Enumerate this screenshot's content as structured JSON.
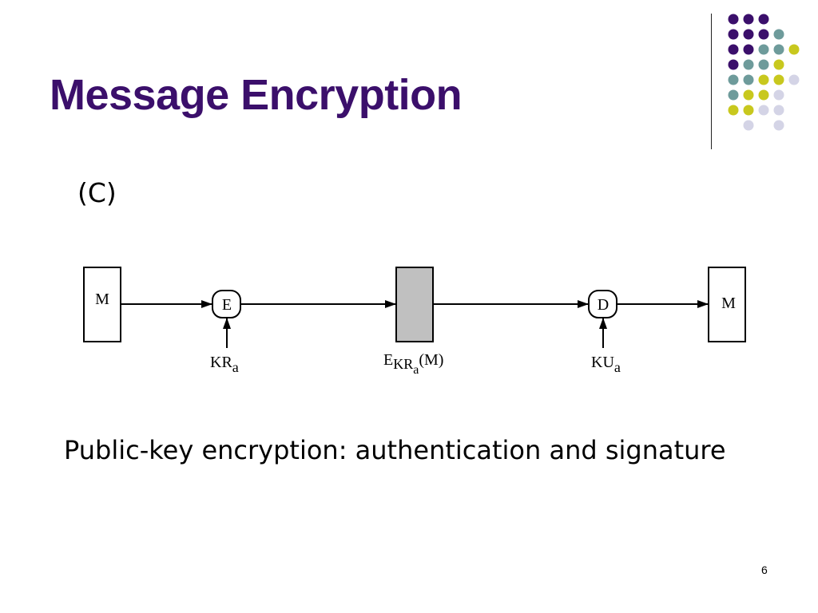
{
  "slide": {
    "title": "Message Encryption",
    "label": "(C)",
    "caption": "Public-key encryption: authentication and signature",
    "page_number": "6"
  },
  "diagram": {
    "source_box": "M",
    "encrypt_node": "E",
    "encrypt_key": {
      "base": "KR",
      "sub": "a"
    },
    "ciphertext": {
      "base": "E",
      "sub_base": "KR",
      "sub_sub": "a",
      "arg": "(M)"
    },
    "decrypt_node": "D",
    "decrypt_key": {
      "base": "KU",
      "sub": "a"
    },
    "dest_box": "M"
  },
  "colors": {
    "title": "#3b0f6b",
    "cipher_fill": "#c0c0c0",
    "dot_purple": "#3b0f6b",
    "dot_teal": "#6e9b9b",
    "dot_yellow": "#c8c81e",
    "dot_lavender": "#d4d4e6"
  }
}
